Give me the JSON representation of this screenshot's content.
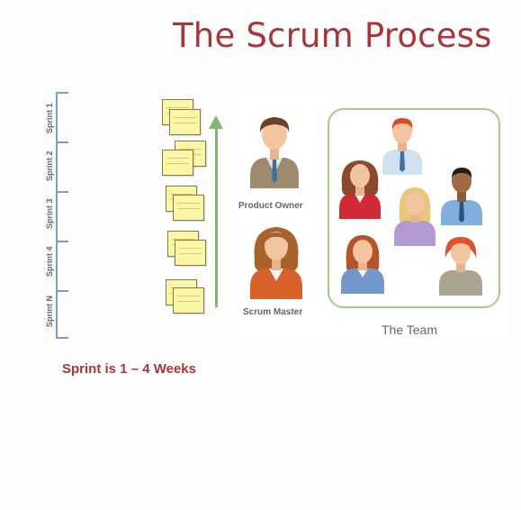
{
  "title": "The Scrum Process",
  "sprints": [
    "Sprint 1",
    "Sprint 2",
    "Sprint 3",
    "Sprint 4",
    "Sprint N"
  ],
  "roles": {
    "product_owner": "Product Owner",
    "scrum_master": "Scrum Master",
    "team": "The Team"
  },
  "sprint_length": "Sprint is 1 – 4 Weeks",
  "colors": {
    "title": "#a8353a",
    "arrow": "#84b46f",
    "team_border": "#a6c98a",
    "sticky_note": "#fbf6a5",
    "timeline": "#7d9cc4"
  },
  "icons": [
    "person-icon",
    "sticky-note-icon",
    "up-arrow-icon"
  ]
}
